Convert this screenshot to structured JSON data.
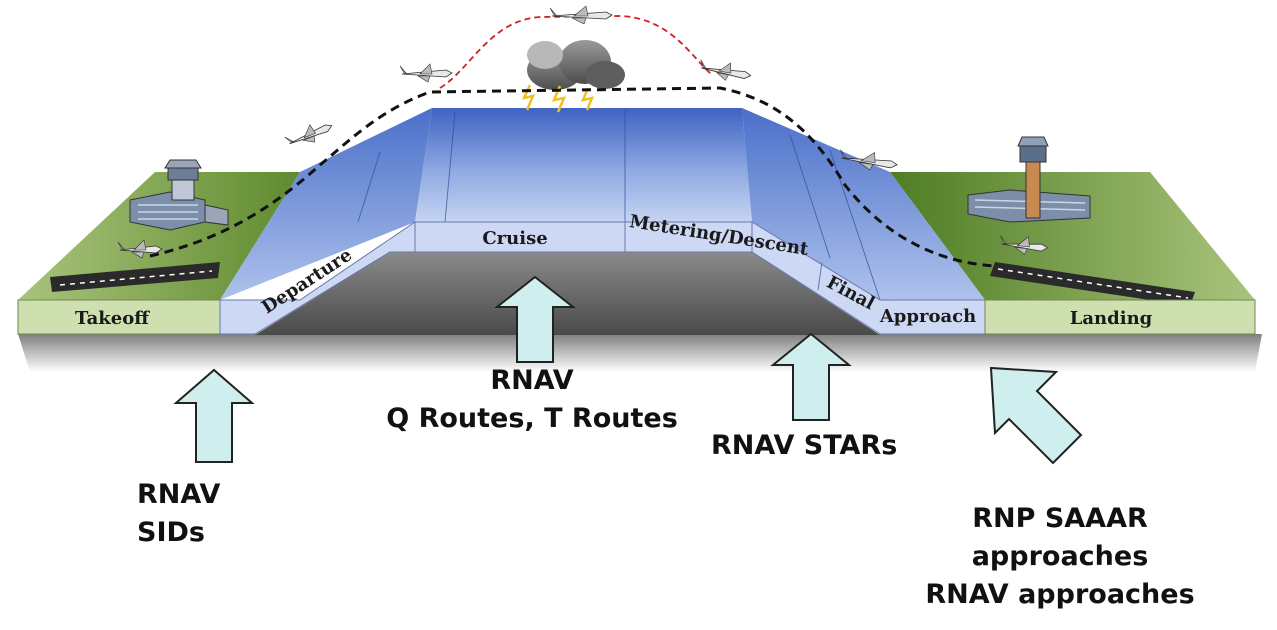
{
  "phases": {
    "takeoff": "Takeoff",
    "departure": "Departure",
    "cruise": "Cruise",
    "metering": "Metering/Descent",
    "final": "Final",
    "approach": "Approach",
    "landing": "Landing"
  },
  "notes": {
    "sids": [
      "RNAV",
      "SIDs"
    ],
    "routes": [
      "RNAV",
      "Q Routes, T Routes"
    ],
    "stars": [
      "RNAV STARs"
    ],
    "approaches": [
      "RNP SAAAR",
      "approaches",
      "RNAV approaches"
    ]
  },
  "colors": {
    "grass": "#7da24a",
    "ground_face": "#cfe0b0",
    "airspace_top": "#4f73c8",
    "airspace_face": "#cdd8f4",
    "arrow_fill": "#cfeeee",
    "flight_path": "#111111",
    "weather_path": "#cc2222",
    "road": "#6a6a6a"
  },
  "icons": [
    "control-tower-icon",
    "terminal-building-icon",
    "airplane-icon",
    "storm-cloud-icon",
    "lightning-icon"
  ]
}
